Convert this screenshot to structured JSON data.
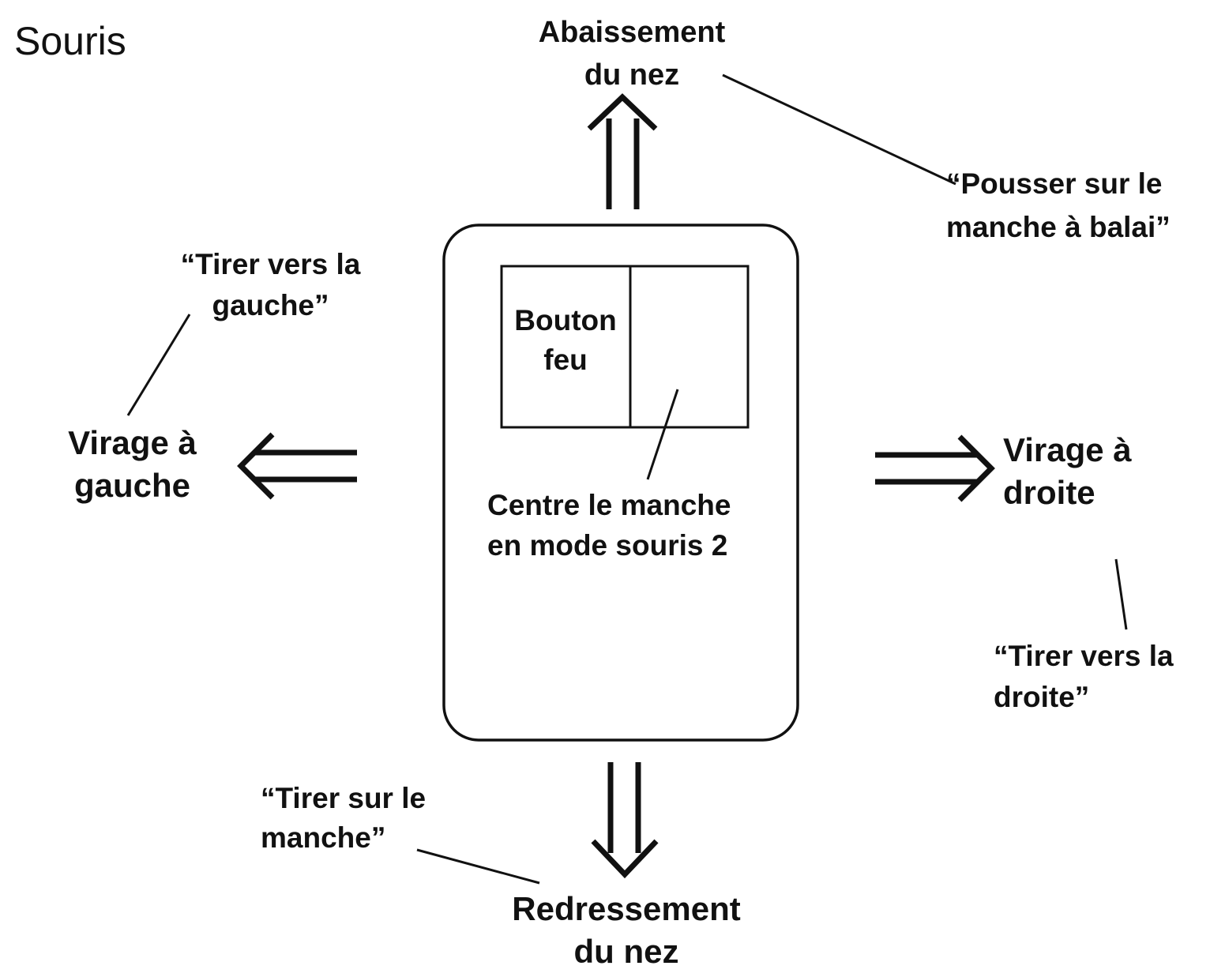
{
  "title": "Souris",
  "up": {
    "line1": "Abaissement",
    "line2": "du nez"
  },
  "up_quote": {
    "line1": "“Pousser sur le",
    "line2": "manche à balai”"
  },
  "left_quote": {
    "line1": "“Tirer vers la",
    "line2": "gauche”"
  },
  "left": {
    "line1": "Virage à",
    "line2": "gauche"
  },
  "right": {
    "line1": "Virage à",
    "line2": "droite"
  },
  "right_quote": {
    "line1": "“Tirer vers la",
    "line2": "droite”"
  },
  "fire_button": {
    "line1": "Bouton",
    "line2": "feu"
  },
  "center_note": {
    "line1": "Centre le manche",
    "line2": "en mode souris 2"
  },
  "down_quote": {
    "line1": "“Tirer sur le",
    "line2": "manche”"
  },
  "down": {
    "line1": "Redressement",
    "line2": "du nez"
  },
  "colors": {
    "ink": "#111111",
    "background": "#ffffff"
  }
}
